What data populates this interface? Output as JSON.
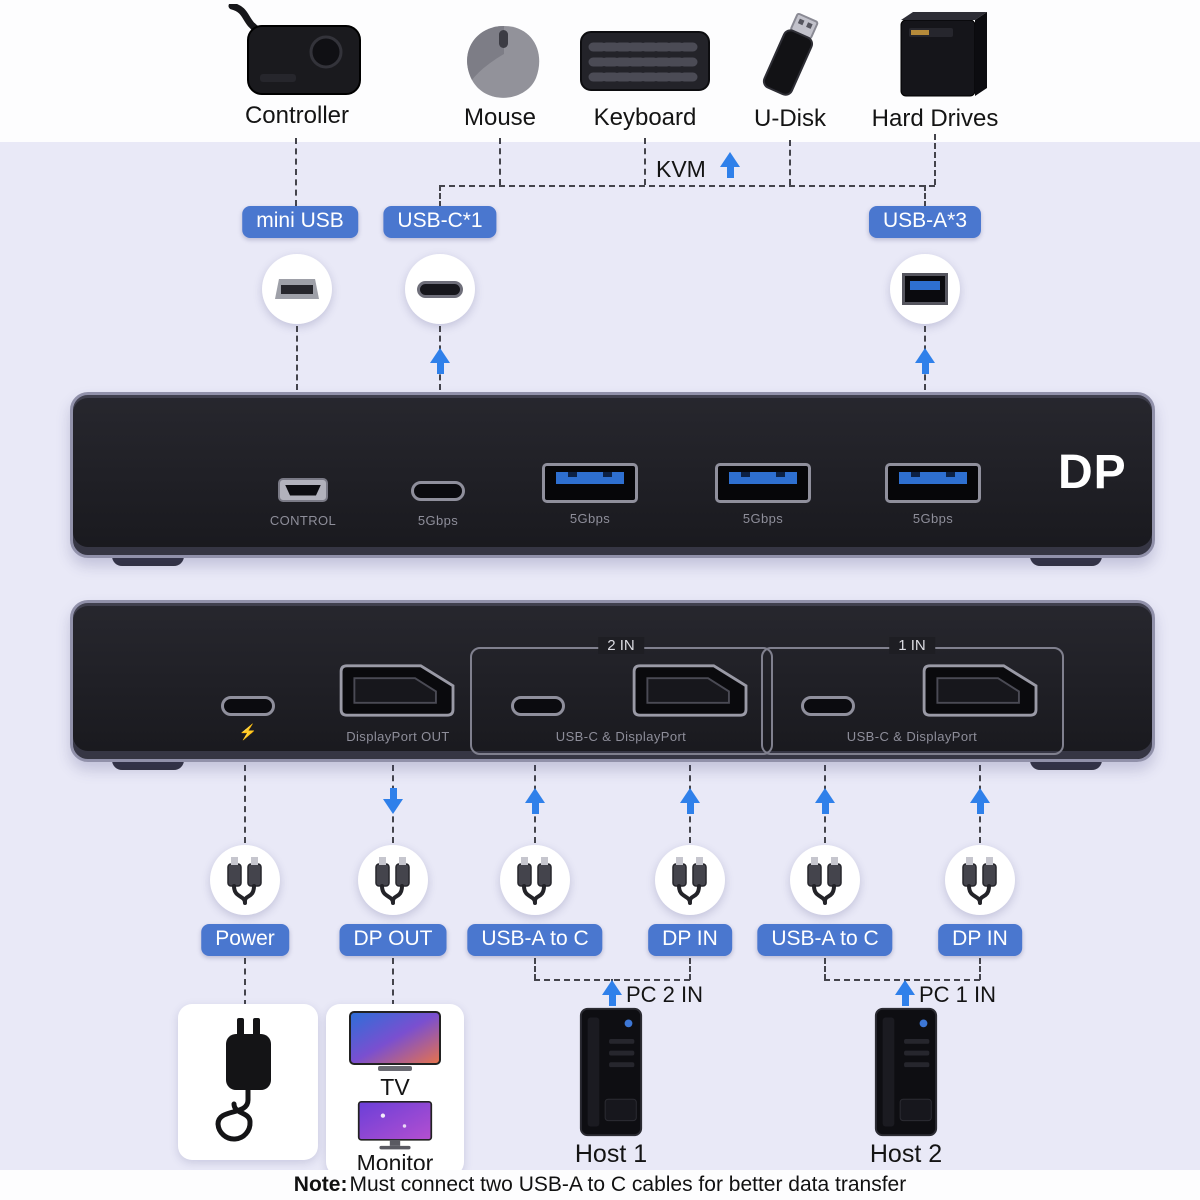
{
  "colors": {
    "accent": "#2f80ea",
    "pill": "#4a77cf",
    "background": "#e9e9f7",
    "device": "#1e1e23"
  },
  "top_row": {
    "devices": [
      {
        "name": "controller",
        "label": "Controller"
      },
      {
        "name": "mouse",
        "label": "Mouse"
      },
      {
        "name": "keyboard",
        "label": "Keyboard"
      },
      {
        "name": "udisk",
        "label": "U-Disk"
      },
      {
        "name": "hard-drives",
        "label": "Hard Drives"
      }
    ],
    "kvm_label": "KVM"
  },
  "port_callouts": {
    "mini_usb": "mini USB",
    "usb_c": "USB-C*1",
    "usb_a": "USB-A*3"
  },
  "front_panel": {
    "control": "CONTROL",
    "speed1": "5Gbps",
    "speed2": "5Gbps",
    "speed3": "5Gbps",
    "speed4": "5Gbps",
    "logo": "DP"
  },
  "back_panel": {
    "bolt": "⚡",
    "dp_out": "DisplayPort OUT",
    "group2": {
      "title": "2 IN",
      "ports": "USB-C & DisplayPort"
    },
    "group1": {
      "title": "1 IN",
      "ports": "USB-C & DisplayPort"
    }
  },
  "cable_callouts": {
    "power": "Power",
    "dp_out": "DP OUT",
    "usb_a_to_c_left": "USB-A to C",
    "dp_in_left": "DP IN",
    "usb_a_to_c_right": "USB-A to C",
    "dp_in_right": "DP IN"
  },
  "pc_labels": {
    "pc2": "PC 2 IN",
    "pc1": "PC 1 IN"
  },
  "bottom_row": {
    "tv": "TV",
    "monitor": "Monitor",
    "host1": "Host 1",
    "host2": "Host 2"
  },
  "note": {
    "prefix": "Note:",
    "body": " Must connect two USB-A to C cables for better data transfer"
  }
}
